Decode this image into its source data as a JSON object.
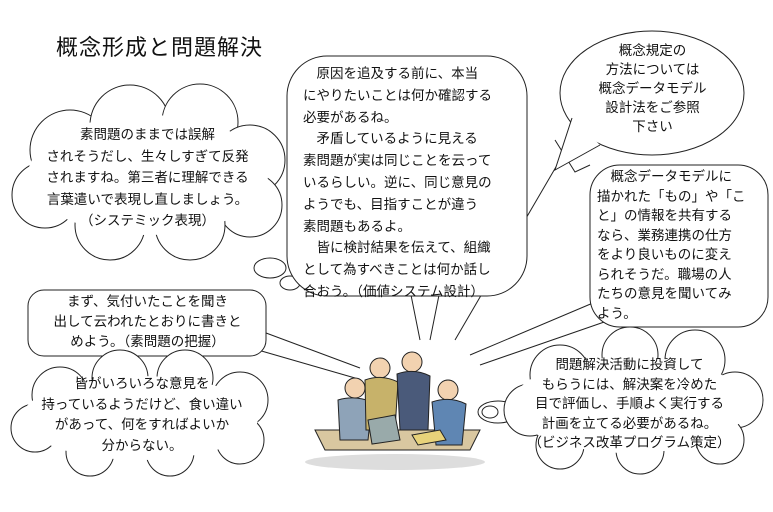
{
  "title": "概念形成と問題解決",
  "bubbles": {
    "systemic": [
      "素問題のままでは誤解",
      "されそうだし、生々しすぎて反発",
      "されますね。第三者に理解できる",
      "言葉遣いで表現し直しましょう。",
      "（システミック表現）"
    ],
    "value_system": [
      "　原因を追及する前に、本当",
      "にやりたいことは何か確認する",
      "必要があるね。",
      "　矛盾しているように見える",
      "素問題が実は同じことを云って",
      "いるらしい。逆に、同じ意見の",
      "ようでも、目指すことが違う",
      "素問題もあるよ。",
      "　皆に検討結果を伝えて、組織",
      "として為すべきことは何か話し",
      "合おう。（価値システム設計）"
    ],
    "reference": [
      "概念規定の",
      "方法については",
      "概念データモデル",
      "設計法をご参照",
      "下さい"
    ],
    "data_model": [
      "　概念データモデルに",
      "描かれた「もの」や「こ",
      "と」の情報を共有する",
      "なら、業務連携の仕方",
      "をより良いものに変え",
      "られそうだ。職場の人",
      "たちの意見を聞いてみ",
      "よう。"
    ],
    "grasp": [
      "まず、気付いたことを聞き",
      "出して云われたとおりに書きと",
      "めよう。（素問題の把握）"
    ],
    "confusion": [
      "皆がいろいろな意見を",
      "持っているようだけど、食い違い",
      "があって、何をすればよいか",
      "分からない。"
    ],
    "program": [
      "問題解決活動に投資して",
      "もらうには、解決案を冷めた",
      "目で評価し、手順よく実行する",
      "計画を立てる必要があるね。",
      "（ビジネス改革プログラム策定）"
    ]
  }
}
